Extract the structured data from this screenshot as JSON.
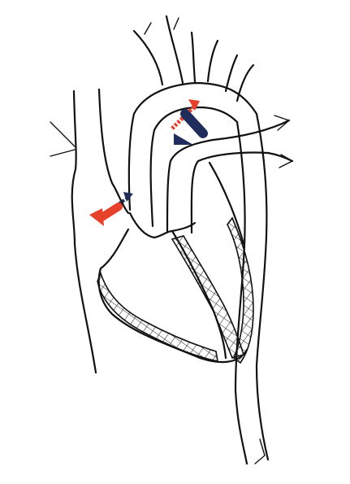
{
  "figure": {
    "subject": "heart-with-great-vessels-line-drawing",
    "colors": {
      "background": "#ffffff",
      "ink": "#111111",
      "arrow_red": "#e8412b",
      "arrow_blue": "#1f2c5c",
      "hatch": "#222222"
    },
    "arrows": [
      {
        "name": "ductal-shunt-arrow",
        "colors": [
          "red",
          "navy"
        ]
      },
      {
        "name": "atrial-shunt-arrow",
        "colors": [
          "red",
          "navy"
        ]
      }
    ]
  }
}
